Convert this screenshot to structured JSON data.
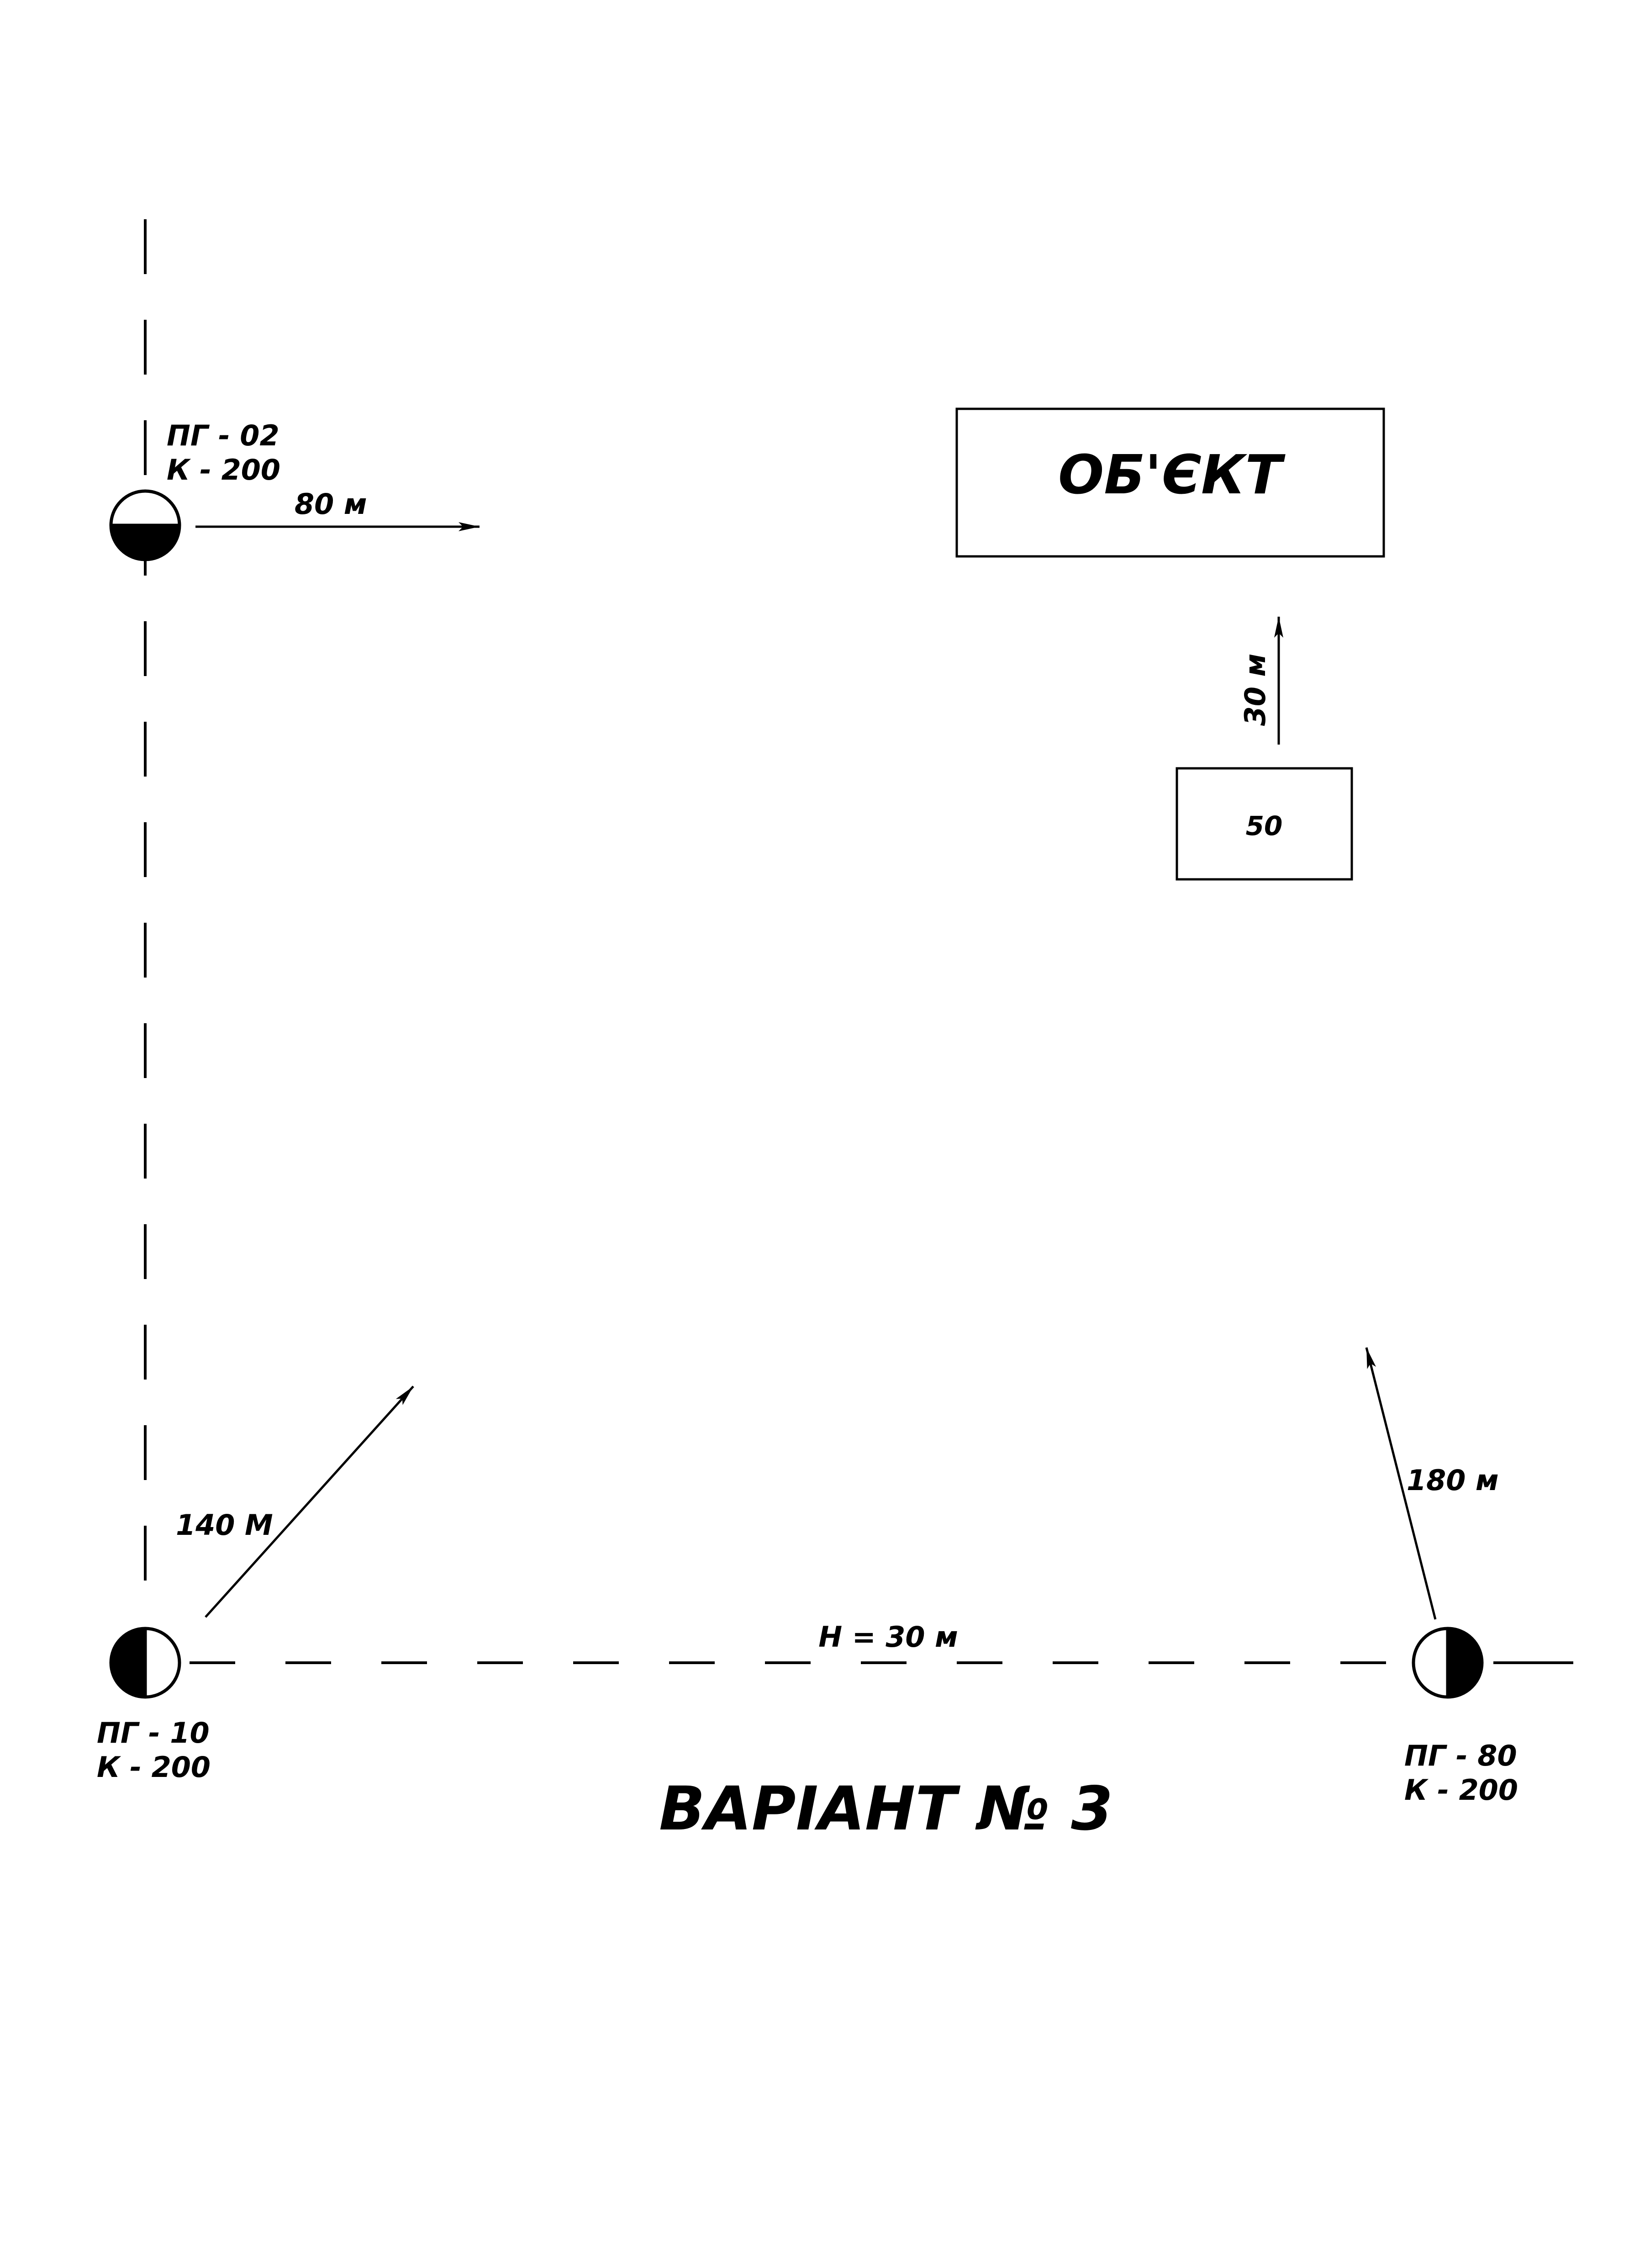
{
  "hydrants": {
    "pg02": {
      "name": "ПГ - 02",
      "capacity": "К - 200"
    },
    "pg10": {
      "name": "ПГ - 10",
      "capacity": "К - 200"
    },
    "pg80": {
      "name": "ПГ - 80",
      "capacity": "К - 200"
    }
  },
  "distances": {
    "pg02_route": "80 м",
    "pg10_route": "140 М",
    "pg80_route": "180 м",
    "object_approach": "30 м"
  },
  "pipe_label": "Н = 30 м",
  "object_label": "ОБ'ЄКТ",
  "engine_label": "50",
  "variant_title": "ВАРІАНТ № 3",
  "colors": {
    "ink": "#000000",
    "paper": "#ffffff"
  }
}
